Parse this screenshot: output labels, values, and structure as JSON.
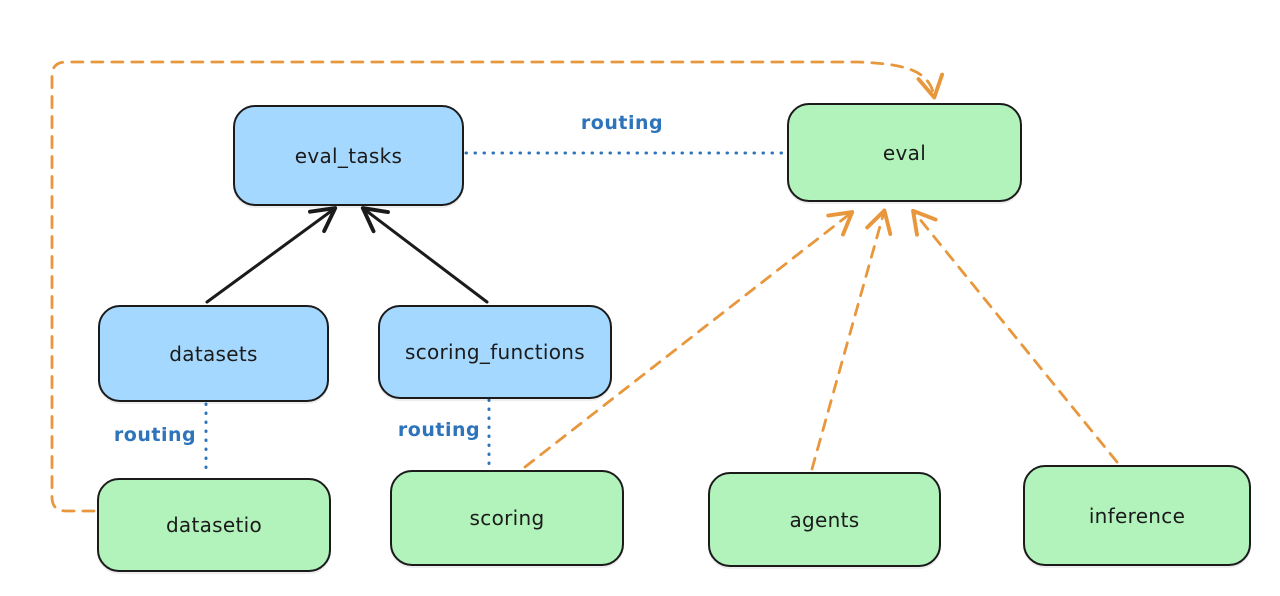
{
  "diagram": {
    "nodes": {
      "eval_tasks": {
        "label": "eval_tasks",
        "kind": "api",
        "fill": "#a5d8ff"
      },
      "eval": {
        "label": "eval",
        "kind": "provider",
        "fill": "#b2f2bb"
      },
      "datasets": {
        "label": "datasets",
        "kind": "api",
        "fill": "#a5d8ff"
      },
      "scoring_functions": {
        "label": "scoring_functions",
        "kind": "api",
        "fill": "#a5d8ff"
      },
      "datasetio": {
        "label": "datasetio",
        "kind": "provider",
        "fill": "#b2f2bb"
      },
      "scoring": {
        "label": "scoring",
        "kind": "provider",
        "fill": "#b2f2bb"
      },
      "agents": {
        "label": "agents",
        "kind": "provider",
        "fill": "#b2f2bb"
      },
      "inference": {
        "label": "inference",
        "kind": "provider",
        "fill": "#b2f2bb"
      }
    },
    "edges": [
      {
        "from": "datasets",
        "to": "eval_tasks",
        "style": "solid-arrow",
        "color": "#1b1b1b",
        "label": ""
      },
      {
        "from": "scoring_functions",
        "to": "eval_tasks",
        "style": "solid-arrow",
        "color": "#1b1b1b",
        "label": ""
      },
      {
        "from": "eval_tasks",
        "to": "eval",
        "style": "dotted",
        "color": "#2d74bb",
        "label": "routing"
      },
      {
        "from": "datasets",
        "to": "datasetio",
        "style": "dotted",
        "color": "#2d74bb",
        "label": "routing"
      },
      {
        "from": "scoring_functions",
        "to": "scoring",
        "style": "dotted",
        "color": "#2d74bb",
        "label": "routing"
      },
      {
        "from": "datasetio",
        "to": "eval",
        "style": "dashed-arrow",
        "color": "#e8973c",
        "label": ""
      },
      {
        "from": "scoring",
        "to": "eval",
        "style": "dashed-arrow",
        "color": "#e8973c",
        "label": ""
      },
      {
        "from": "agents",
        "to": "eval",
        "style": "dashed-arrow",
        "color": "#e8973c",
        "label": ""
      },
      {
        "from": "inference",
        "to": "eval",
        "style": "dashed-arrow",
        "color": "#e8973c",
        "label": ""
      }
    ],
    "colors": {
      "api_blue": "#a5d8ff",
      "provider_green": "#b2f2bb",
      "stroke_black": "#1b1b1b",
      "routing_blue": "#2d74bb",
      "provider_orange": "#e8973c",
      "background": "#ffffff"
    }
  }
}
